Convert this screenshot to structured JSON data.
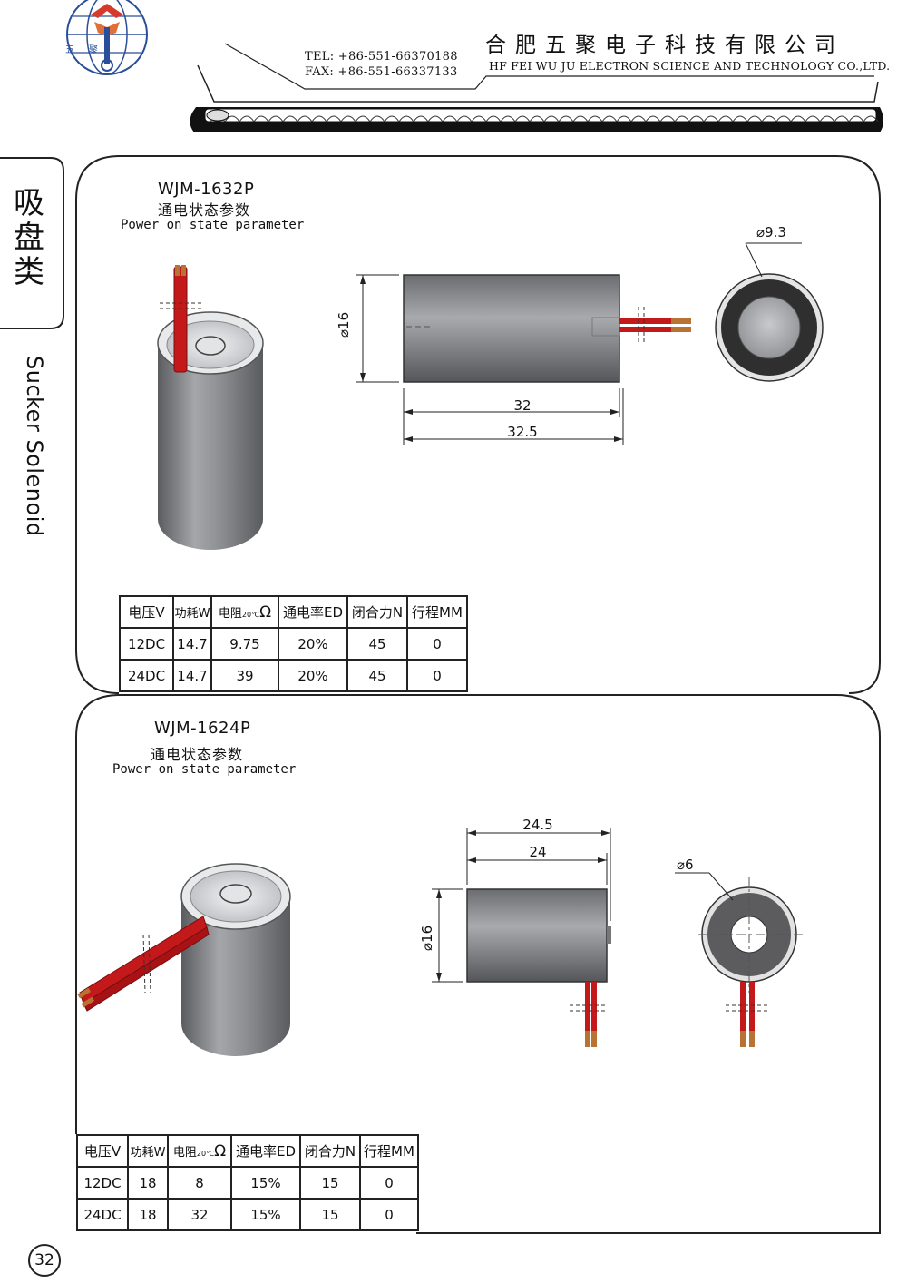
{
  "header": {
    "tel": "TEL: +86-551-66370188",
    "fax": "FAX: +86-551-66337133",
    "company_cn": "合肥五聚电子科技有限公司",
    "company_en": "HF FEI  WU JU ELECTRON SCIENCE AND TECHNOLOGY CO.,LTD.",
    "logo_text": "五聚"
  },
  "sidebar": {
    "category_cn": "吸盘类",
    "category_en": "Sucker Solenoid"
  },
  "products": [
    {
      "model": "WJM-1632P",
      "subtitle_cn": "通电状态参数",
      "subtitle_en": "Power on state parameter",
      "dims": {
        "diameter": "16",
        "length_body": "32",
        "length_total": "32.5",
        "core_diameter": "9.3"
      },
      "table": {
        "headers": [
          "电压V",
          "功耗W",
          "电阻",
          "通电率ED",
          "闭合力N",
          "行程MM"
        ],
        "resistance_sub": "20℃",
        "resistance_unit": "Ω",
        "rows": [
          [
            "12DC",
            "14.7",
            "9.75",
            "20%",
            "45",
            "0"
          ],
          [
            "24DC",
            "14.7",
            "39",
            "20%",
            "45",
            "0"
          ]
        ]
      }
    },
    {
      "model": "WJM-1624P",
      "subtitle_cn": "通电状态参数",
      "subtitle_en": "Power on state parameter",
      "dims": {
        "diameter": "16",
        "length_body": "24",
        "length_total": "24.5",
        "core_diameter": "6"
      },
      "table": {
        "headers": [
          "电压V",
          "功耗W",
          "电阻",
          "通电率ED",
          "闭合力N",
          "行程MM"
        ],
        "resistance_sub": "20℃",
        "resistance_unit": "Ω",
        "rows": [
          [
            "12DC",
            "18",
            "8",
            "15%",
            "15",
            "0"
          ],
          [
            "24DC",
            "18",
            "32",
            "15%",
            "15",
            "0"
          ]
        ]
      }
    }
  ],
  "page_number": "32",
  "colors": {
    "wire_red": "#c4191b",
    "body_gray": "#8a8c90",
    "dark_ring": "#333333"
  }
}
